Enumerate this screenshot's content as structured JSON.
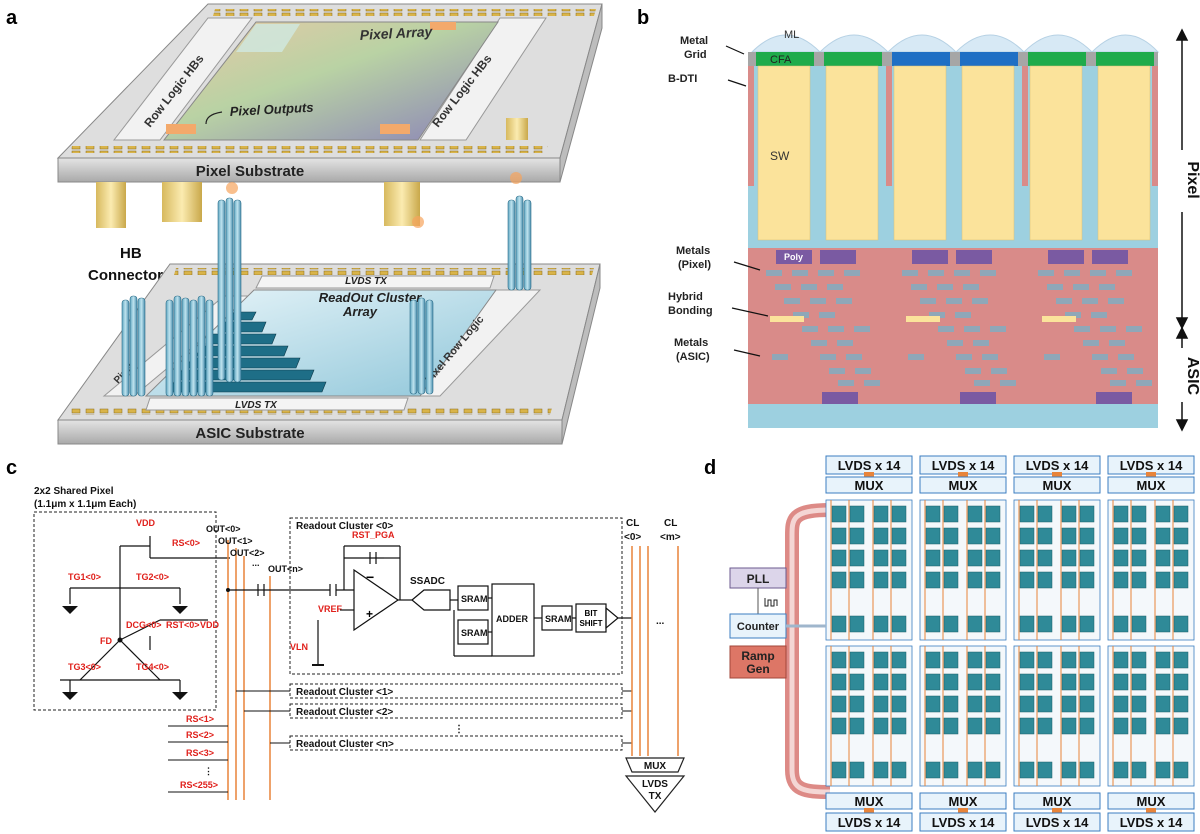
{
  "panels": {
    "a": "a",
    "b": "b",
    "c": "c",
    "d": "d"
  },
  "a": {
    "pixel_array": "Pixel Array",
    "row_logic_hbs_left": "Row Logic HBs",
    "row_logic_hbs_right": "Row Logic HBs",
    "pixel_outputs": "Pixel Outputs",
    "pixel_substrate": "Pixel Substrate",
    "hb_connectors_1": "HB",
    "hb_connectors_2": "Connectors",
    "lvds_tx_top": "LVDS TX",
    "readout_cluster_1": "ReadOut Cluster",
    "readout_cluster_2": "Array",
    "pixel_row_logic_left": "Pixel",
    "pixel_row_logic_right": "Pixel Row Logic",
    "lvds_tx_bottom": "LVDS TX",
    "asic_substrate": "ASIC Substrate"
  },
  "b": {
    "metal_grid_1": "Metal",
    "metal_grid_2": "Grid",
    "bdti": "B-DTI",
    "ml": "ML",
    "cfa": "CFA",
    "sw": "SW",
    "poly": "Poly",
    "metals_pixel_1": "Metals",
    "metals_pixel_2": "(Pixel)",
    "hybrid_1": "Hybrid",
    "hybrid_2": "Bonding",
    "metals_asic_1": "Metals",
    "metals_asic_2": "(ASIC)",
    "pixel_axis": "Pixel",
    "asic_axis": "ASIC",
    "colors": {
      "lens": "#d7e9f5",
      "green": "#1fab4b",
      "blue": "#1f6fc4",
      "gray": "#a6a6a6",
      "yellow": "#fbe39b",
      "teal": "#9dd0e0",
      "pink": "#d98b89",
      "purple": "#7a5aa2",
      "metal": "#8fa7b8"
    }
  },
  "c": {
    "shared_1": "2x2 Shared Pixel",
    "shared_2": "(1.1μm x 1.1μm Each)",
    "vdd": "VDD",
    "rs0": "RS<0>",
    "tg1": "TG1<0>",
    "tg2": "TG2<0>",
    "dcg": "DCG<0>",
    "rst": "RST<0>",
    "vdd2": "VDD",
    "fd": "FD",
    "tg3": "TG3<0>",
    "tg4": "TG4<0>",
    "out0": "OUT<0>",
    "out1": "OUT<1>",
    "out2": "OUT<2>",
    "outn": "OUT<n>",
    "rc0": "Readout Cluster <0>",
    "rst_pga": "RST_PGA",
    "ssadc": "SSADC",
    "vref": "VREF",
    "vln": "VLN",
    "sram1": "SRAM",
    "sram2": "SRAM",
    "adder": "ADDER",
    "sram3": "SRAM",
    "bit_shift_1": "BIT",
    "bit_shift_2": "SHIFT",
    "cl0_1": "CL",
    "cl0_2": "<0>",
    "clm_1": "CL",
    "clm_2": "<m>",
    "rc1": "Readout Cluster <1>",
    "rc2": "Readout Cluster <2>",
    "rcn": "Readout Cluster <n>",
    "rs1": "RS<1>",
    "rs2": "RS<2>",
    "rs3": "RS<3>",
    "rs255": "RS<255>",
    "mux": "MUX",
    "lvds_1": "LVDS",
    "lvds_2": "TX",
    "ellipsis": "...",
    "vdots": "⋮"
  },
  "d": {
    "lvds_top": [
      "LVDS x 14",
      "LVDS x 14",
      "LVDS x 14",
      "LVDS x 14"
    ],
    "mux_top": [
      "MUX",
      "MUX",
      "MUX",
      "MUX"
    ],
    "pll": "PLL",
    "counter": "Counter",
    "ramp_1": "Ramp",
    "ramp_2": "Gen",
    "mux_bottom": [
      "MUX",
      "MUX",
      "MUX",
      "MUX"
    ],
    "lvds_bottom": [
      "LVDS x 14",
      "LVDS x 14",
      "LVDS x 14",
      "LVDS x 14"
    ],
    "colors": {
      "teal": "#2f8a98",
      "orange": "#e8843a",
      "box_fill": "#e8f3fb",
      "box_stroke": "#3b7ec0",
      "pll_fill": "#dcd5ea",
      "ramp_fill": "#dd7666"
    }
  }
}
